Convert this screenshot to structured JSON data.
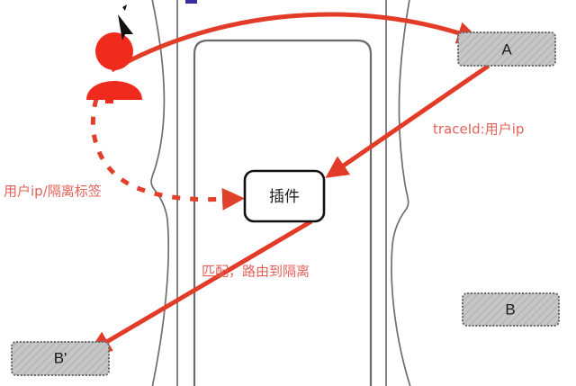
{
  "diagram": {
    "title": "user request isolation routing diagram",
    "colors": {
      "flow_red": "#e23b28",
      "annotation_red": "#e2625a",
      "person_red": "#ef2b1e",
      "box_fill_gray": "#c4c4c4",
      "outline_gray": "#5a5a5a",
      "plugin_stroke": "#111111",
      "blue_fragment": "#3b2fa0"
    },
    "nodes": [
      {
        "id": "person",
        "type": "user-avatar-icon",
        "label": ""
      },
      {
        "id": "cursor",
        "type": "cursor-arrow-icon",
        "label": ""
      },
      {
        "id": "plugin",
        "type": "rounded-box",
        "label": "插件"
      },
      {
        "id": "service-a",
        "type": "hatched-box",
        "label": "A"
      },
      {
        "id": "service-b",
        "type": "hatched-box",
        "label": "B"
      },
      {
        "id": "service-b-prime",
        "type": "hatched-box",
        "label": "B'"
      }
    ],
    "annotations": [
      {
        "id": "user-ip-tag",
        "text": "用户ip/隔离标签"
      },
      {
        "id": "trace-id",
        "text": "traceId:用户ip"
      },
      {
        "id": "match-route",
        "text": "匹配，路由到隔离"
      }
    ],
    "edges": [
      {
        "id": "person-to-a",
        "from": "person",
        "to": "service-a",
        "style": "solid-curved"
      },
      {
        "id": "a-to-plugin",
        "from": "service-a",
        "to": "plugin",
        "style": "solid-straight"
      },
      {
        "id": "person-to-plugin",
        "from": "person",
        "to": "plugin",
        "style": "dashed-curved"
      },
      {
        "id": "plugin-to-b-prime",
        "from": "plugin",
        "to": "service-b-prime",
        "style": "solid-straight"
      }
    ]
  }
}
